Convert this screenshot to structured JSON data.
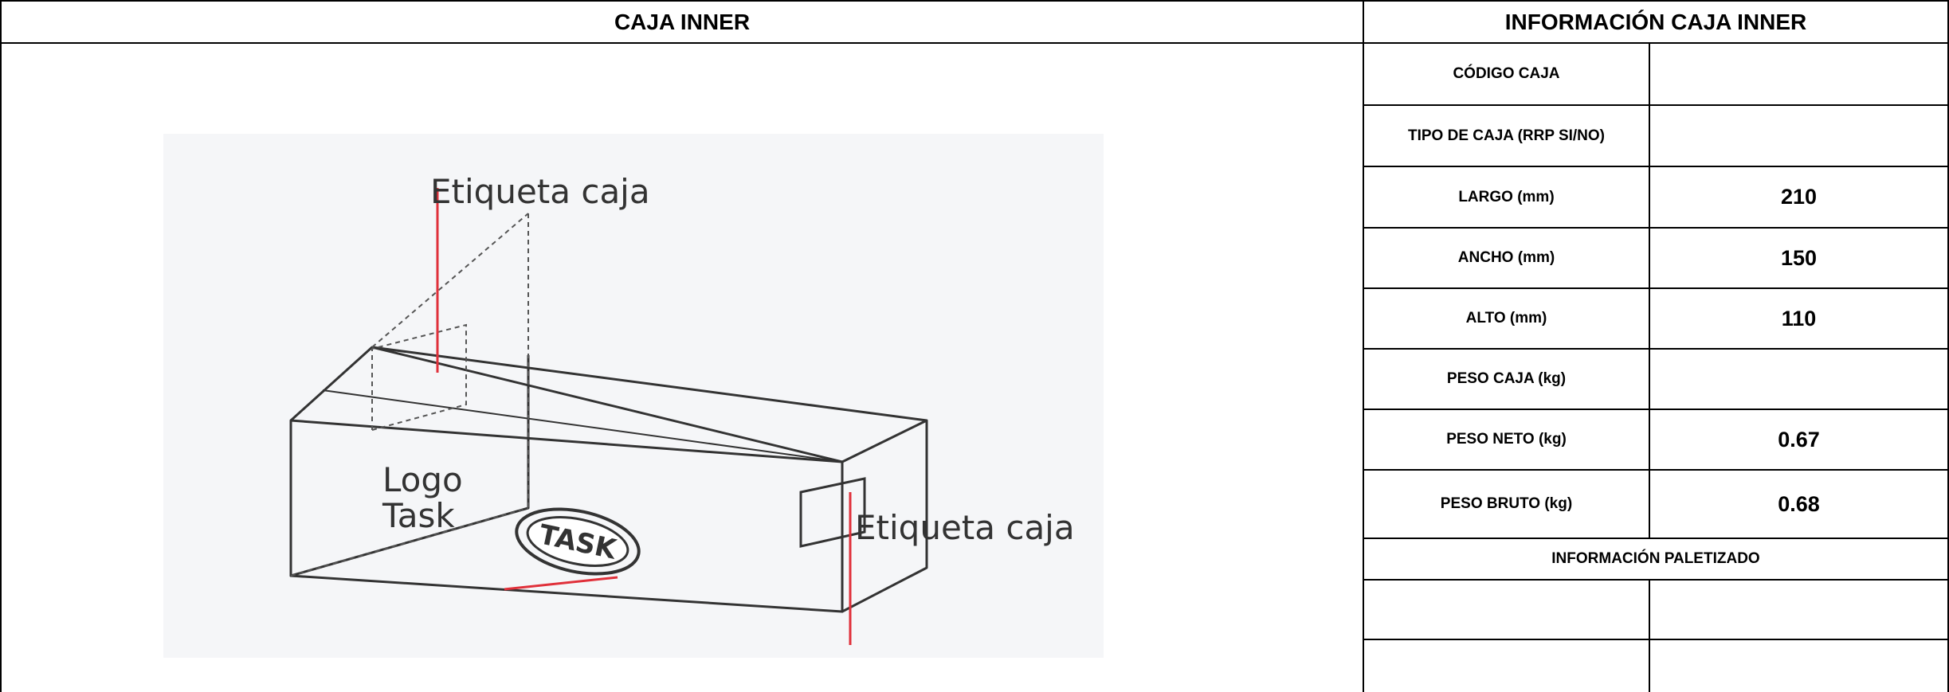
{
  "headers": {
    "left": "CAJA INNER",
    "right": "INFORMACIÓN CAJA INNER"
  },
  "info_rows": [
    {
      "label": "CÓDIGO CAJA",
      "value": ""
    },
    {
      "label": "TIPO DE CAJA (RRP SI/NO)",
      "value": ""
    },
    {
      "label": "LARGO (mm)",
      "value": "210"
    },
    {
      "label": "ANCHO (mm)",
      "value": "150"
    },
    {
      "label": "ALTO (mm)",
      "value": "110"
    },
    {
      "label": "PESO CAJA (kg)",
      "value": ""
    },
    {
      "label": "PESO NETO (kg)",
      "value": "0.67"
    },
    {
      "label": "PESO BRUTO (kg)",
      "value": "0.68"
    }
  ],
  "palletizing": {
    "title": "INFORMACIÓN PALETIZADO"
  },
  "illustration": {
    "label_top": "Etiqueta caja",
    "label_right": "Etiqueta caja",
    "logo_caption_line1": "Logo",
    "logo_caption_line2": "Task",
    "logo_text": "TASK"
  }
}
